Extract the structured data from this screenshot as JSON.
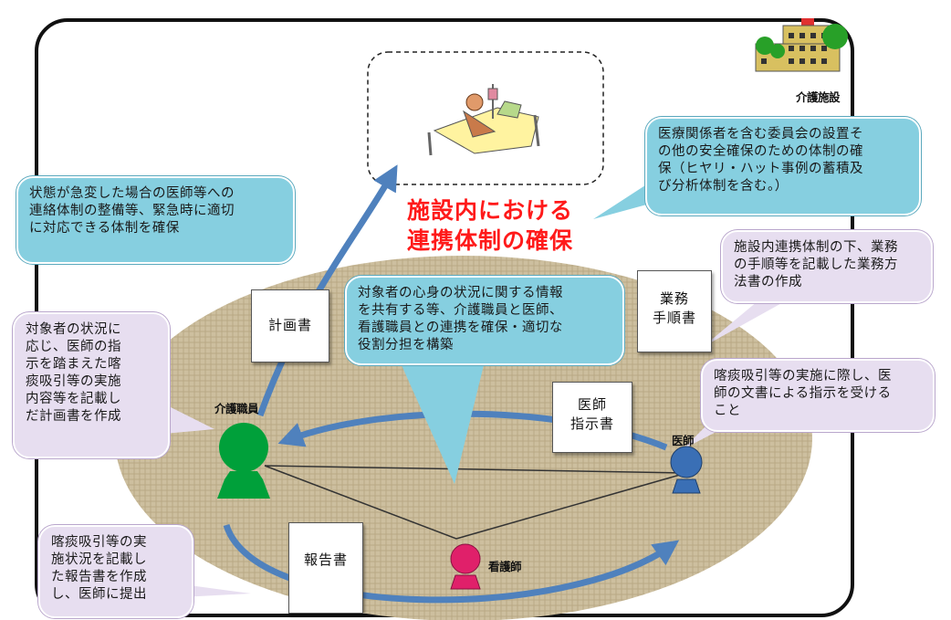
{
  "title": "施設内における\n連携体制の確保",
  "facility_label": "介護施設",
  "roles": {
    "care_worker": "介護職員",
    "doctor": "医師",
    "nurse": "看護師"
  },
  "documents": {
    "plan": "計画書",
    "procedure": "業務\n手順書",
    "instruction": "医師\n指示書",
    "report": "報告書"
  },
  "callouts": {
    "emergency": "状態が急変した場合の医師等への\n連絡体制の整備等、緊急時に適切\nに対応できる体制を確保",
    "committee": "医療関係者を含む委員会の設置そ\nの他の安全確保のための体制の確\n保（ヒヤリ・ハット事例の蓄積及\nび分析体制を含む。）",
    "manual": "施設内連携体制の下、業務\nの手順等を記載した業務方\n法書の作成",
    "info_share": "対象者の心身の状況に関する情報\nを共有する等、介護職員と医師、\n看護職員との連携を確保・適切な\n役割分担を構築",
    "plan_create": "対象者の状況に\n応じ、医師の指\n示を踏まえた喀\n痰吸引等の実施\n内容等を記載し\nだ計画書を作成",
    "doctor_doc": "喀痰吸引等の実施に際し、医\n師の文書による指示を受ける\nこと",
    "report_submit": "喀痰吸引等の実\n施状況を記載し\nた報告書を作成\nし、医師に提出"
  },
  "colors": {
    "title": "#ff1a1a",
    "callout_cyan": "#86cfe0",
    "callout_lavender": "#e7def0",
    "arrow": "#4f81bd",
    "care_worker": "#00a03a",
    "doctor": "#3a6fb5",
    "nurse": "#e0206a",
    "ellipse": "#c9b99a"
  },
  "icons": [
    "hospital-building-icon",
    "patient-bed-icon",
    "person-icon"
  ]
}
